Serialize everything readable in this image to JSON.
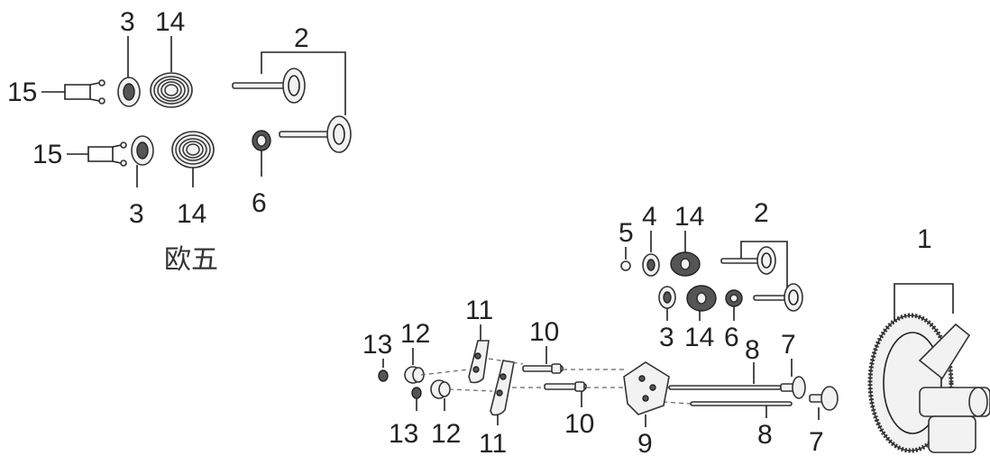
{
  "diagram": {
    "labels": {
      "a2": "2",
      "a3_top": "3",
      "a14_top": "14",
      "a15_top": "15",
      "a15_bot": "15",
      "a3_bot": "3",
      "a14_bot": "14",
      "a6": "6",
      "b5": "5",
      "b4": "4",
      "b14_top": "14",
      "b2": "2",
      "b1": "1",
      "b3": "3",
      "b14_bot": "14",
      "b6": "6",
      "b13_top": "13",
      "b12_top": "12",
      "b11_top": "11",
      "b10_top": "10",
      "b8_top": "8",
      "b7_top": "7",
      "b13_bot": "13",
      "b12_bot": "12",
      "b11_bot": "11",
      "b10_bot": "10",
      "b9": "9",
      "b8_bot": "8",
      "b7_bot": "7"
    },
    "caption": "欧五"
  }
}
